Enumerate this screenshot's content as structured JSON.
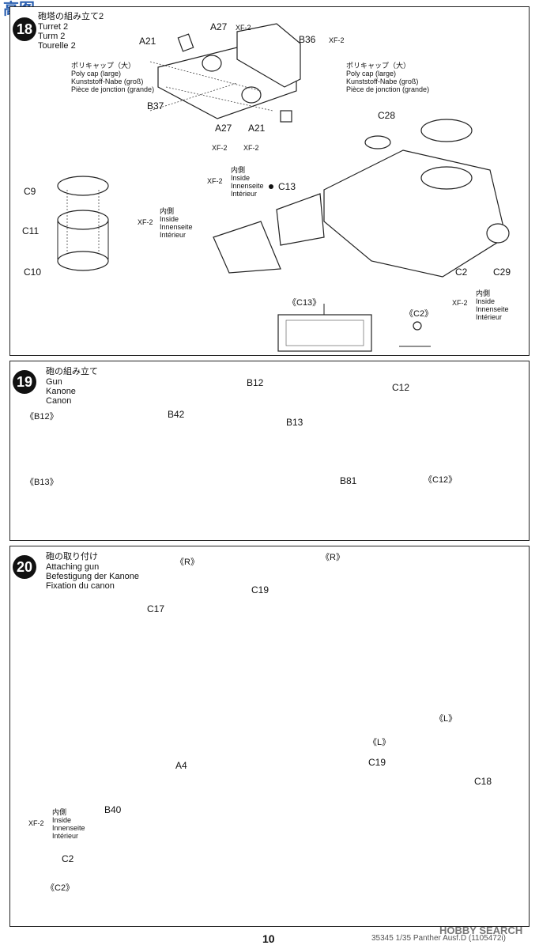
{
  "header": {
    "watermark_top": "高图",
    "watermark_bottom": ""
  },
  "step18": {
    "number": "18",
    "title_lines": [
      "砲塔の組み立て2",
      "Turret 2",
      "Turm 2",
      "Tourelle 2"
    ],
    "labels": [
      "A21",
      "A27",
      "XF-2",
      "B36",
      "XF-2",
      "B37",
      "A27",
      "A21",
      "XF-2",
      "XF-2",
      "C28",
      "C9",
      "C11",
      "C10",
      "C13",
      "C2",
      "C29"
    ],
    "polycap_left": [
      "ポリキャップ（大）",
      "Poly cap (large)",
      "Kunststoff-Nabe (groß)",
      "Pièce de jonction (grande)"
    ],
    "polycap_right": [
      "ポリキャップ（大）",
      "Poly cap (large)",
      "Kunststoff-Nabe (groß)",
      "Pièce de jonction (grande)"
    ],
    "inside_a": [
      "内側",
      "Inside",
      "Innenseite",
      "Intérieur"
    ],
    "inside_b": [
      "内側",
      "Inside",
      "Innenseite",
      "Intérieur"
    ],
    "inside_c": [
      "内側",
      "Inside",
      "Innenseite",
      "Intérieur"
    ],
    "xf2_a": "XF-2",
    "xf2_b": "XF-2",
    "xf2_c": "XF-2",
    "detail_c13": "《C13》",
    "detail_c2": "《C2》"
  },
  "step19": {
    "number": "19",
    "title_lines": [
      "砲の組み立て",
      "Gun",
      "Kanone",
      "Canon"
    ],
    "labels": [
      "B12",
      "B42",
      "B13",
      "C12",
      "B81"
    ],
    "detail_b12": "《B12》",
    "detail_b13": "《B13》",
    "detail_c12": "《C12》"
  },
  "step20": {
    "number": "20",
    "title_lines": [
      "砲の取り付け",
      "Attaching gun",
      "Befestigung der Kanone",
      "Fixation du canon"
    ],
    "labels": [
      "C19",
      "C17",
      "C19",
      "C18",
      "A4",
      "B40",
      "C2"
    ],
    "detail_r1": "《R》",
    "detail_r2": "《R》",
    "detail_l1": "《L》",
    "detail_l2": "《L》",
    "detail_c2": "《C2》",
    "inside": [
      "内側",
      "Inside",
      "Innenseite",
      "Intérieur"
    ],
    "xf2": "XF-2"
  },
  "footer": {
    "page_number": "10",
    "product_code": "35345  1/35 Panther Ausf.D (1105472i)",
    "watermark": "HOBBY SEARCH"
  }
}
